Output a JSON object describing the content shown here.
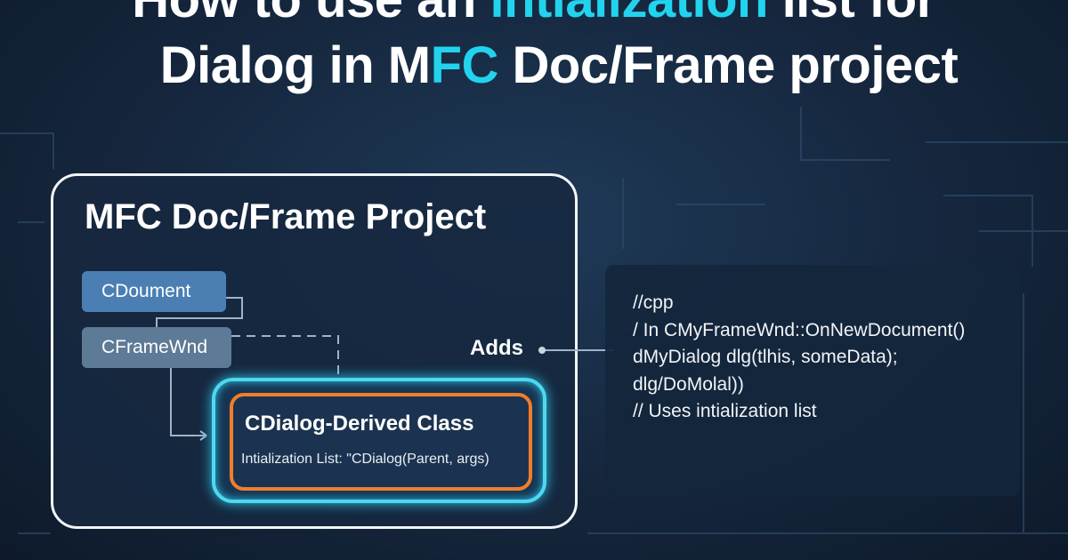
{
  "title": {
    "line1_pre": "How to use an ",
    "line1_hl": "intialization",
    "line1_post": " list for",
    "line2_pre": "Dialog in M",
    "line2_hl": "FC",
    "line2_post": " Doc/Frame project"
  },
  "diagram": {
    "heading": "MFC Doc/Frame Project",
    "class_document": "CDoument",
    "class_frame": "CFrameWnd",
    "dialog_title": "CDialog-Derived Class",
    "dialog_subtitle": "Intialization List: \"CDialog(Parent, args)",
    "adds_label": "Adds"
  },
  "code": {
    "lines": [
      "//cpp",
      "/ In CMyFrameWnd::OnNewDocument()",
      "dMyDialog dlg(tlhis, someData);",
      "dlg/DoMolal))",
      "// Uses intialization list"
    ]
  },
  "colors": {
    "accent": "#22d3ee",
    "orange": "#f07d2e",
    "background": "#15263d"
  }
}
